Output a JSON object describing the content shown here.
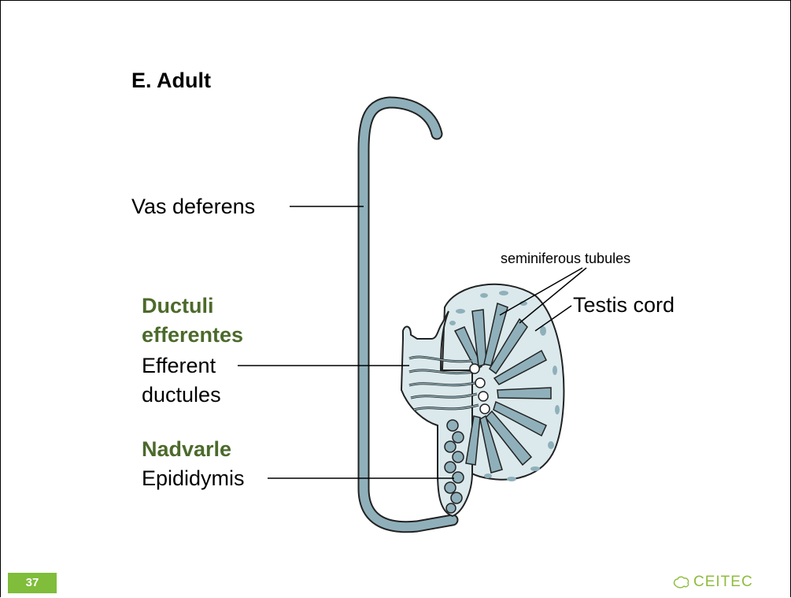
{
  "title": "E. Adult",
  "labels": {
    "vas_deferens": "Vas deferens",
    "seminiferous_tubules": "seminiferous tubules",
    "testis_cord": "Testis cord",
    "ductuli_line1": "Ductuli",
    "ductuli_line2": "efferentes",
    "efferent_line1": "Efferent",
    "efferent_line2": "ductules",
    "nadvarle": "Nadvarle",
    "epididymis": "Epididymis"
  },
  "page_number": "37",
  "logo_text": "CEITEC",
  "colors": {
    "duct_fill": "#8fb0ba",
    "tissue_fill": "#dbe9ec",
    "green_label": "#4c6a2b",
    "badge": "#7fbd3a"
  }
}
